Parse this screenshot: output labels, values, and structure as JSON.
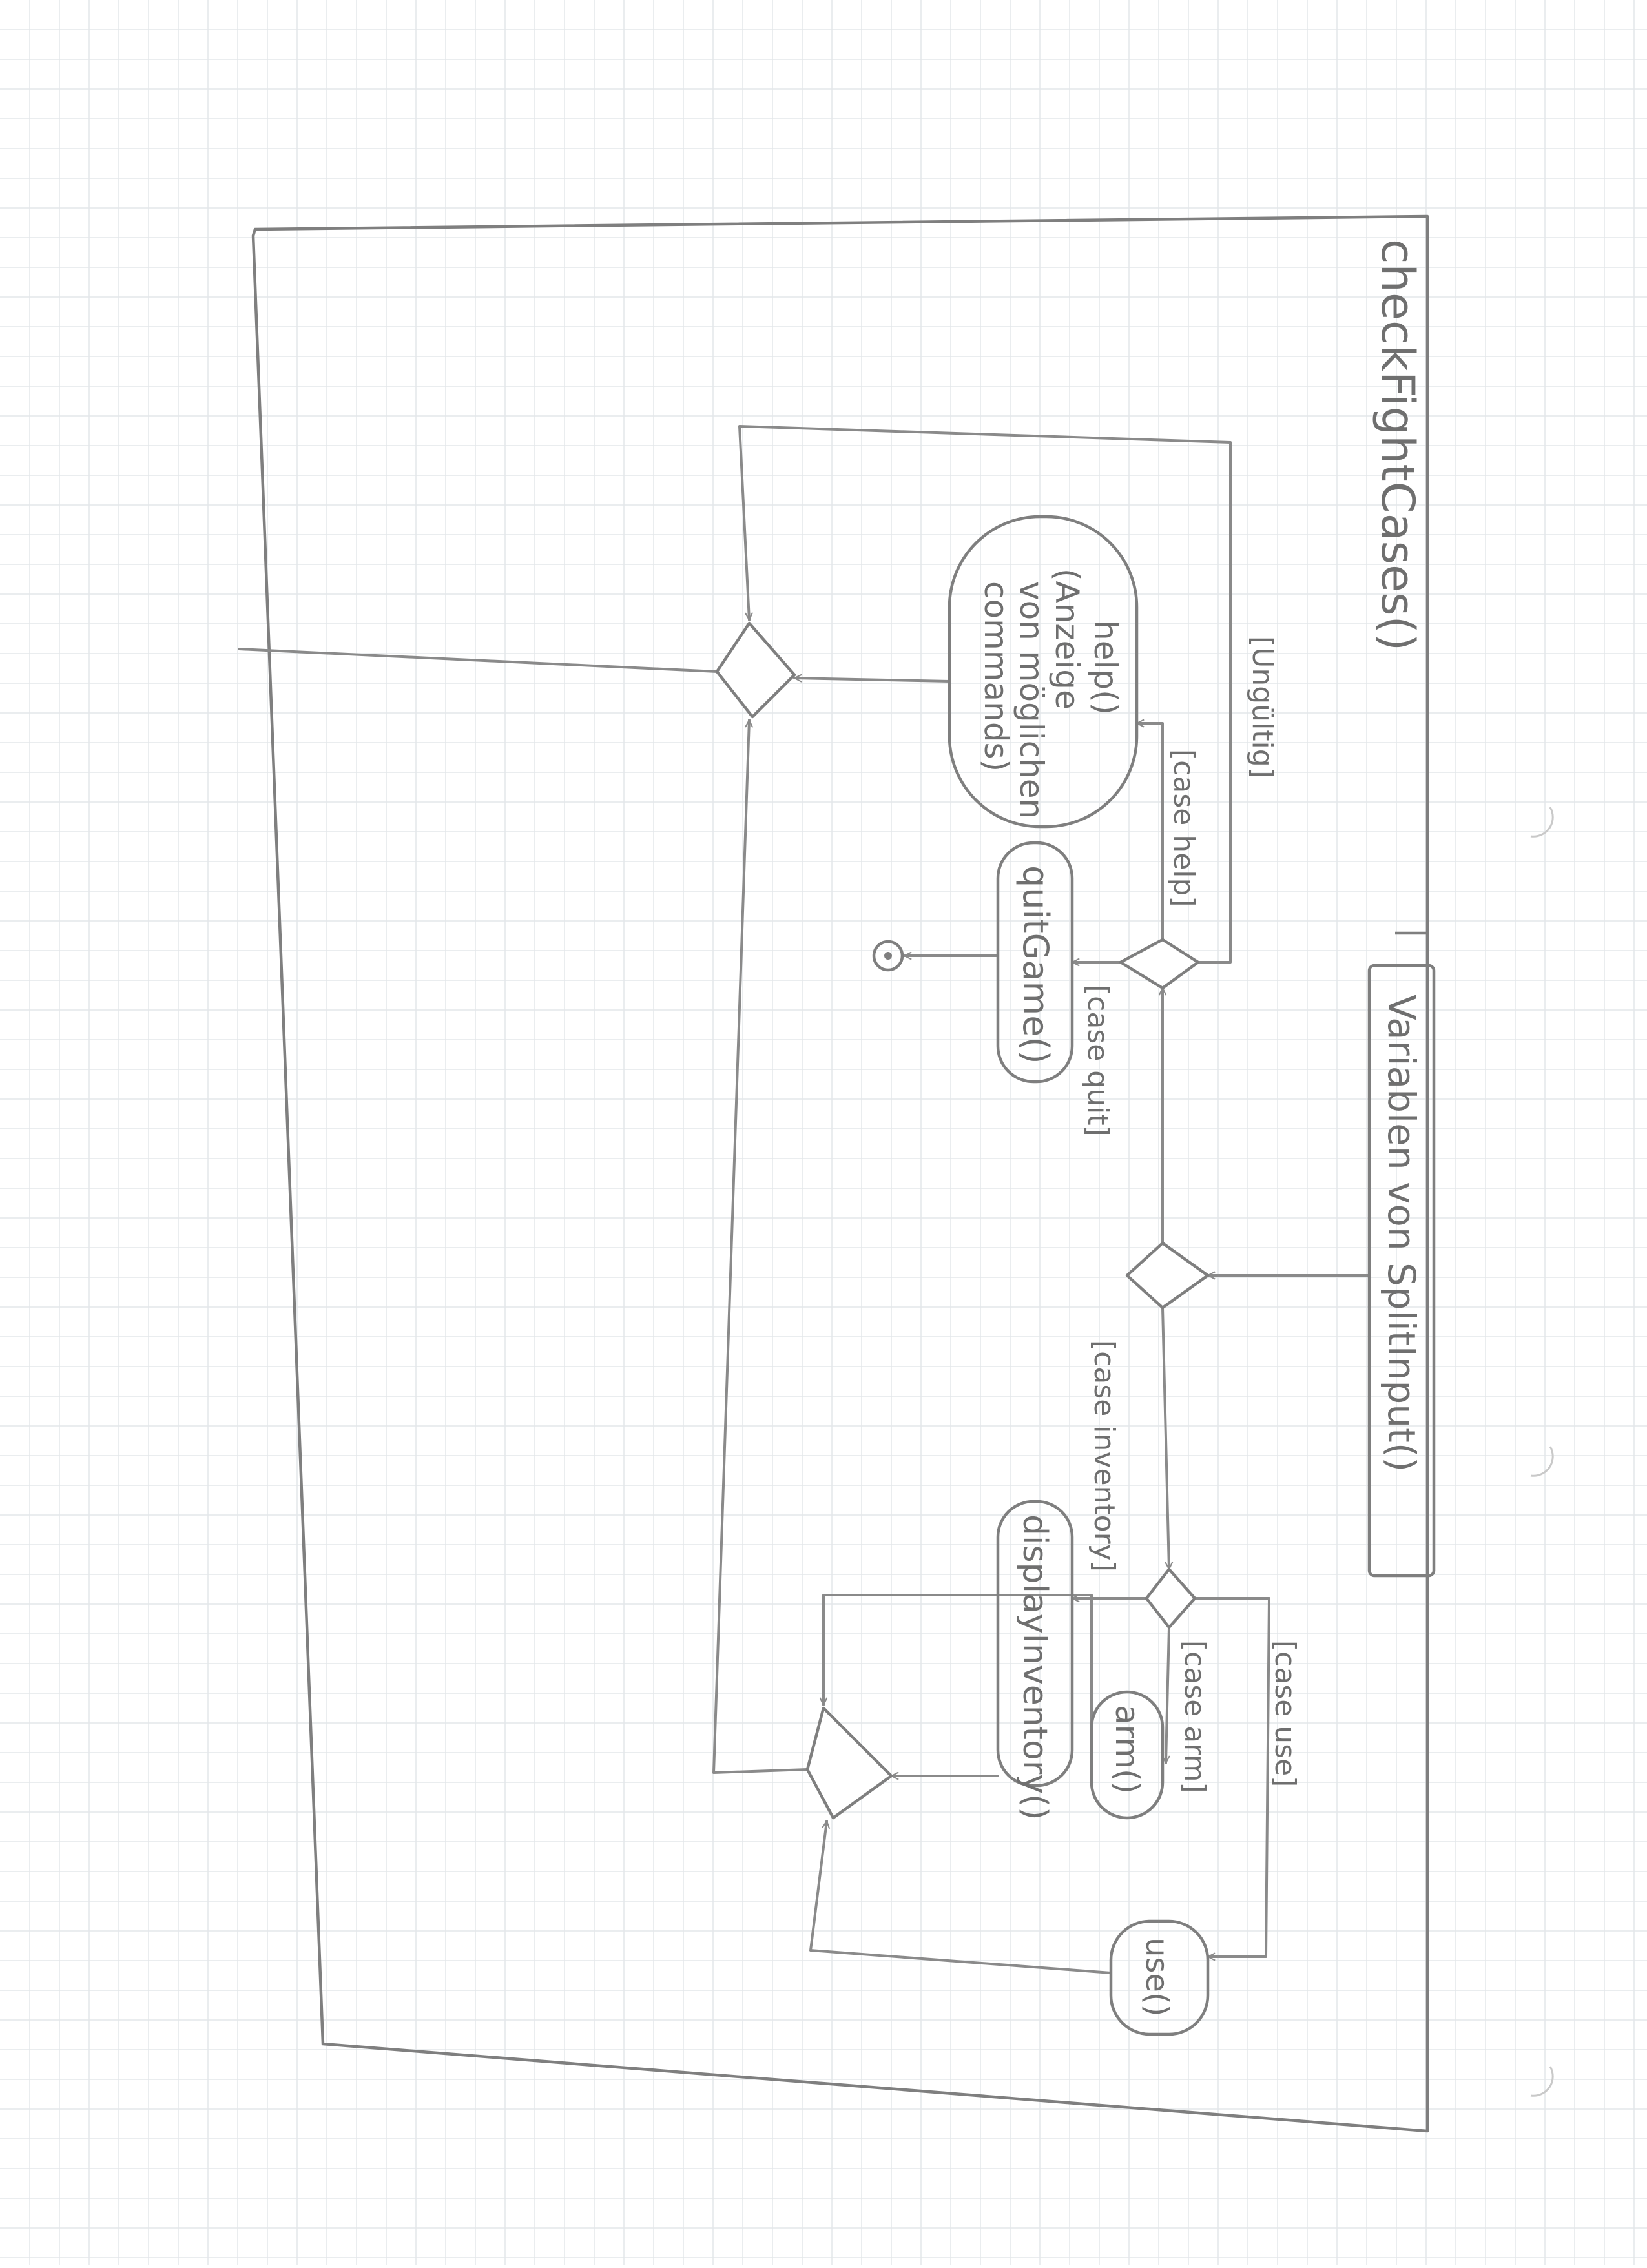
{
  "diagram": {
    "frame_title": "checkFightCases()",
    "input_action": "Variablen von SplitInput()",
    "guard_ungueltig": "[Ungültig]",
    "guard_case_help": "[case help]",
    "guard_case_quit": "[case quit]",
    "guard_case_inventory": "[case inventory]",
    "guard_case_arm": "[case arm]",
    "guard_case_use": "[case use]",
    "help_action": [
      "help()",
      "(Anzeige",
      "von möglichen",
      "commands)"
    ],
    "quit_action": "quitGame()",
    "inventory_action": "displayInventory()",
    "arm_action": "arm()",
    "use_action": "use()"
  },
  "colors": {
    "pencil": "#7f7f7f",
    "grid": "#e3e7ea",
    "paper": "#ffffff"
  }
}
